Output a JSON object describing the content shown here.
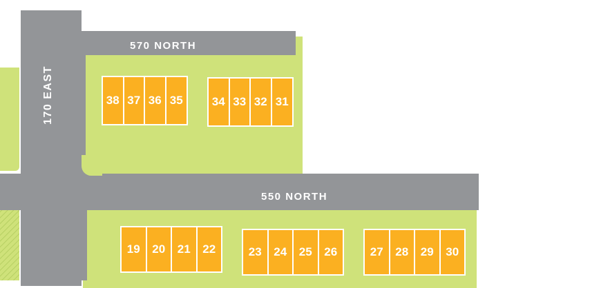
{
  "colors": {
    "road": "#939598",
    "land": "#cfe27a",
    "lot": "#fbb021",
    "lot_text": "#ffffff",
    "road_text": "#ffffff"
  },
  "roads": {
    "vertical": {
      "name": "170 EAST"
    },
    "top": {
      "name": "570 NORTH"
    },
    "middle": {
      "name": "550 NORTH"
    }
  },
  "lot_groups": [
    {
      "lots": [
        "38",
        "37",
        "36",
        "35"
      ]
    },
    {
      "lots": [
        "34",
        "33",
        "32",
        "31"
      ]
    },
    {
      "lots": [
        "19",
        "20",
        "21",
        "22"
      ]
    },
    {
      "lots": [
        "23",
        "24",
        "25",
        "26"
      ]
    },
    {
      "lots": [
        "27",
        "28",
        "29",
        "30"
      ]
    }
  ]
}
